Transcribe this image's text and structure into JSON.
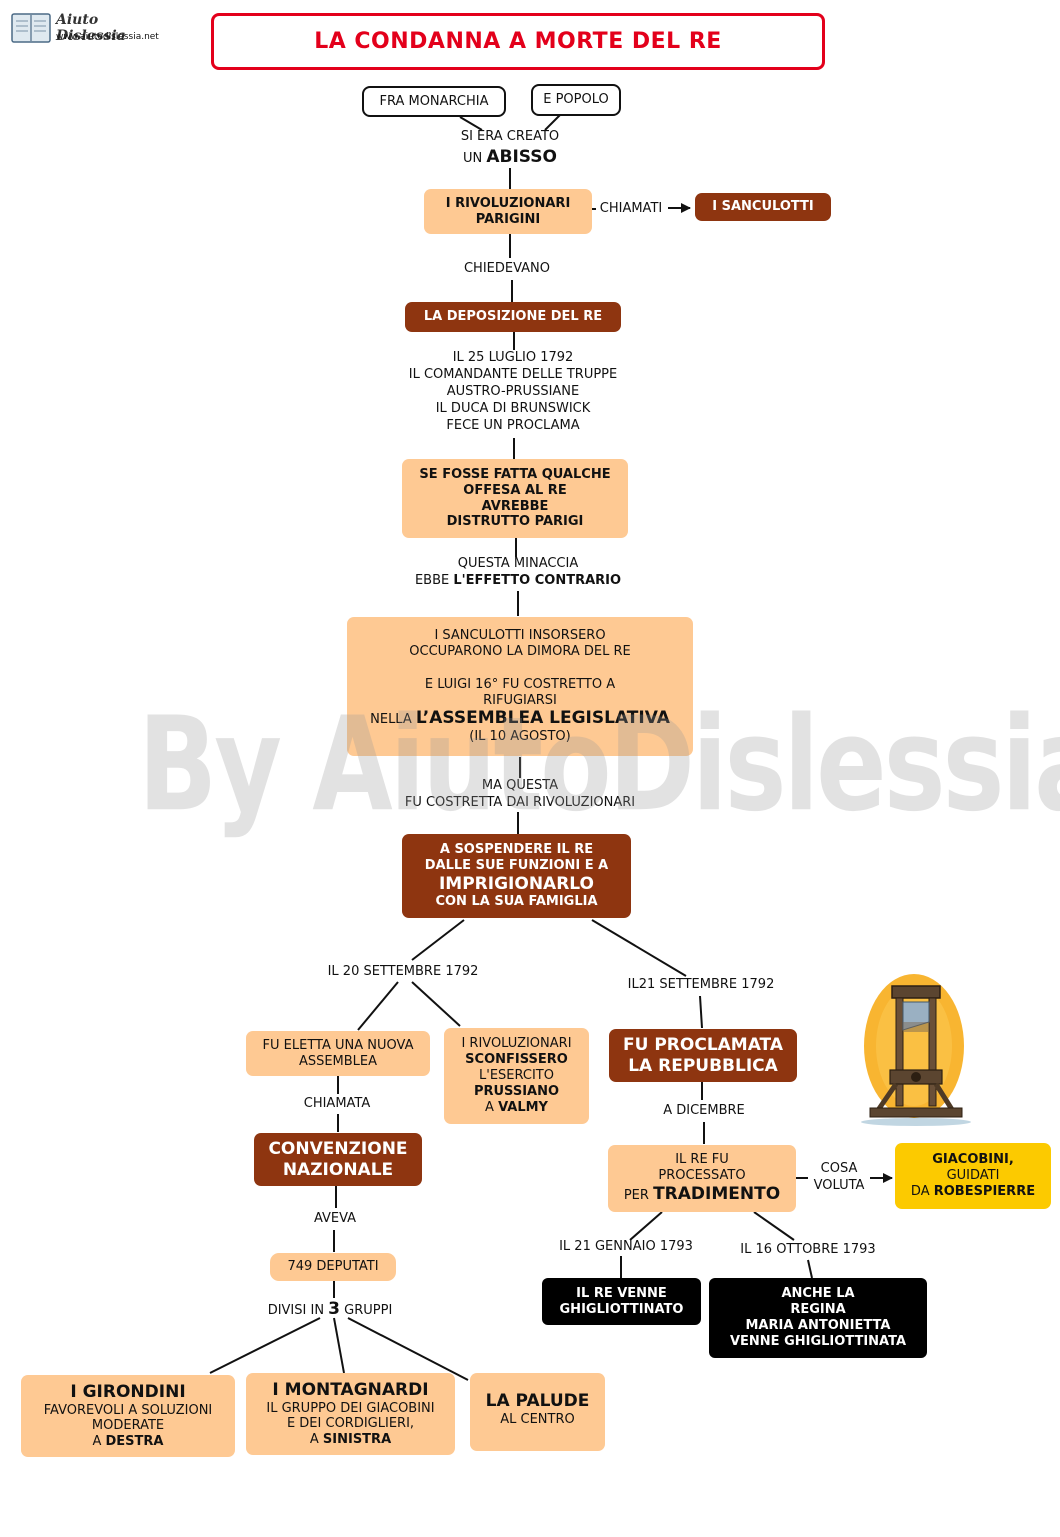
{
  "logo": {
    "title": "Aiuto Dislessia",
    "url": "www.aiutodislessia.net"
  },
  "title": "LA CONDANNA A MORTE DEL RE",
  "watermark": "By AiutoDislessia.net",
  "nodes": {
    "fra_monarchia": "FRA MONARCHIA",
    "e_popolo": "E POPOLO",
    "rivoluzionari": [
      "I RIVOLUZIONARI",
      "PARIGINI"
    ],
    "sanculotti": "I SANCULOTTI",
    "deposizione": "LA DEPOSIZIONE DEL RE",
    "offesa": [
      "SE FOSSE FATTA QUALCHE",
      "OFFESA AL RE",
      "AVREBBE",
      "DISTRUTTO PARIGI"
    ],
    "insorsero": {
      "l1": "I SANCULOTTI INSORSERO",
      "l2": "OCCUPARONO LA DIMORA DEL RE",
      "l3": "E LUIGI 16° FU COSTRETTO A",
      "l4": "RIFUGIARSI",
      "l5a": "NELLA ",
      "l5b": "L’ASSEMBLEA LEGISLATIVA",
      "l6": "(IL 10 AGOSTO)"
    },
    "sospendere": {
      "l1": "A SOSPENDERE IL RE",
      "l2": "DALLE SUE FUNZIONI E A",
      "l3": "IMPRIGIONARLO",
      "l4": "CON LA SUA FAMIGLIA"
    },
    "eletta": [
      "FU ELETTA UNA NUOVA",
      "ASSEMBLEA"
    ],
    "sconfissero": {
      "l1": "I RIVOLUZIONARI",
      "l2": "SCONFISSERO",
      "l3": "L'ESERCITO",
      "l4": "PRUSSIANO",
      "l5a": "A ",
      "l5b": "VALMY"
    },
    "repubblica": [
      "FU PROCLAMATA",
      "LA REPUBBLICA"
    ],
    "convenzione": [
      "CONVENZIONE",
      "NAZIONALE"
    ],
    "processato": {
      "l1": "IL RE FU",
      "l2": "PROCESSATO",
      "l3a": "PER ",
      "l3b": "TRADIMENTO"
    },
    "giacobini": {
      "l1": "GIACOBINI,",
      "l2": "GUIDATI",
      "l3a": "DA ",
      "l3b": "ROBESPIERRE"
    },
    "deputati": "749 DEPUTATI",
    "ghigliottinato": [
      "IL RE VENNE",
      "GHIGLIOTTINATO"
    ],
    "regina": [
      "ANCHE LA",
      "REGINA",
      "MARIA ANTONIETTA",
      "VENNE GHIGLIOTTINATA"
    ],
    "girondini": {
      "title": "I GIRONDINI",
      "l1": "FAVOREVOLI A SOLUZIONI",
      "l2": "MODERATE",
      "l3a": "A ",
      "l3b": "DESTRA"
    },
    "montagnardi": {
      "title": "I MONTAGNARDI",
      "l1": "IL GRUPPO DEI GIACOBINI",
      "l2": "E DEI CORDIGLIERI,",
      "l3a": "A ",
      "l3b": "SINISTRA"
    },
    "palude": {
      "title": "LA PALUDE",
      "l1": "AL CENTRO"
    }
  },
  "labels": {
    "abisso": {
      "l1": "SI ERA CREATO",
      "l2a": "UN ",
      "l2b": "ABISSO"
    },
    "chiamati": "CHIAMATI",
    "chiedevano": "CHIEDEVANO",
    "proclama": [
      "IL 25 LUGLIO 1792",
      "IL COMANDANTE DELLE TRUPPE",
      "AUSTRO-PRUSSIANE",
      "IL DUCA DI BRUNSWICK",
      "FECE UN PROCLAMA"
    ],
    "minaccia": {
      "l1": "QUESTA MINACCIA",
      "l2a": "EBBE ",
      "l2b": "L'EFFETTO CONTRARIO"
    },
    "ma_questa": [
      "MA QUESTA",
      "FU COSTRETTA DAI RIVOLUZIONARI"
    ],
    "sett20": "IL 20 SETTEMBRE 1792",
    "sett21": "IL21 SETTEMBRE 1792",
    "chiamata": "CHIAMATA",
    "dicembre": "A DICEMBRE",
    "aveva": "AVEVA",
    "cosa_voluta": [
      "COSA",
      "VOLUTA"
    ],
    "gennaio": "IL 21 GENNAIO 1793",
    "ottobre": "IL 16 OTTOBRE 1793",
    "divisi": {
      "a": "DIVISI IN ",
      "b": "3",
      "c": " GRUPPI"
    }
  },
  "colors": {
    "peach": "#fec993",
    "brown": "#8e3510",
    "black": "#000000",
    "yellow": "#fcca00",
    "title_red": "#e3001b"
  }
}
